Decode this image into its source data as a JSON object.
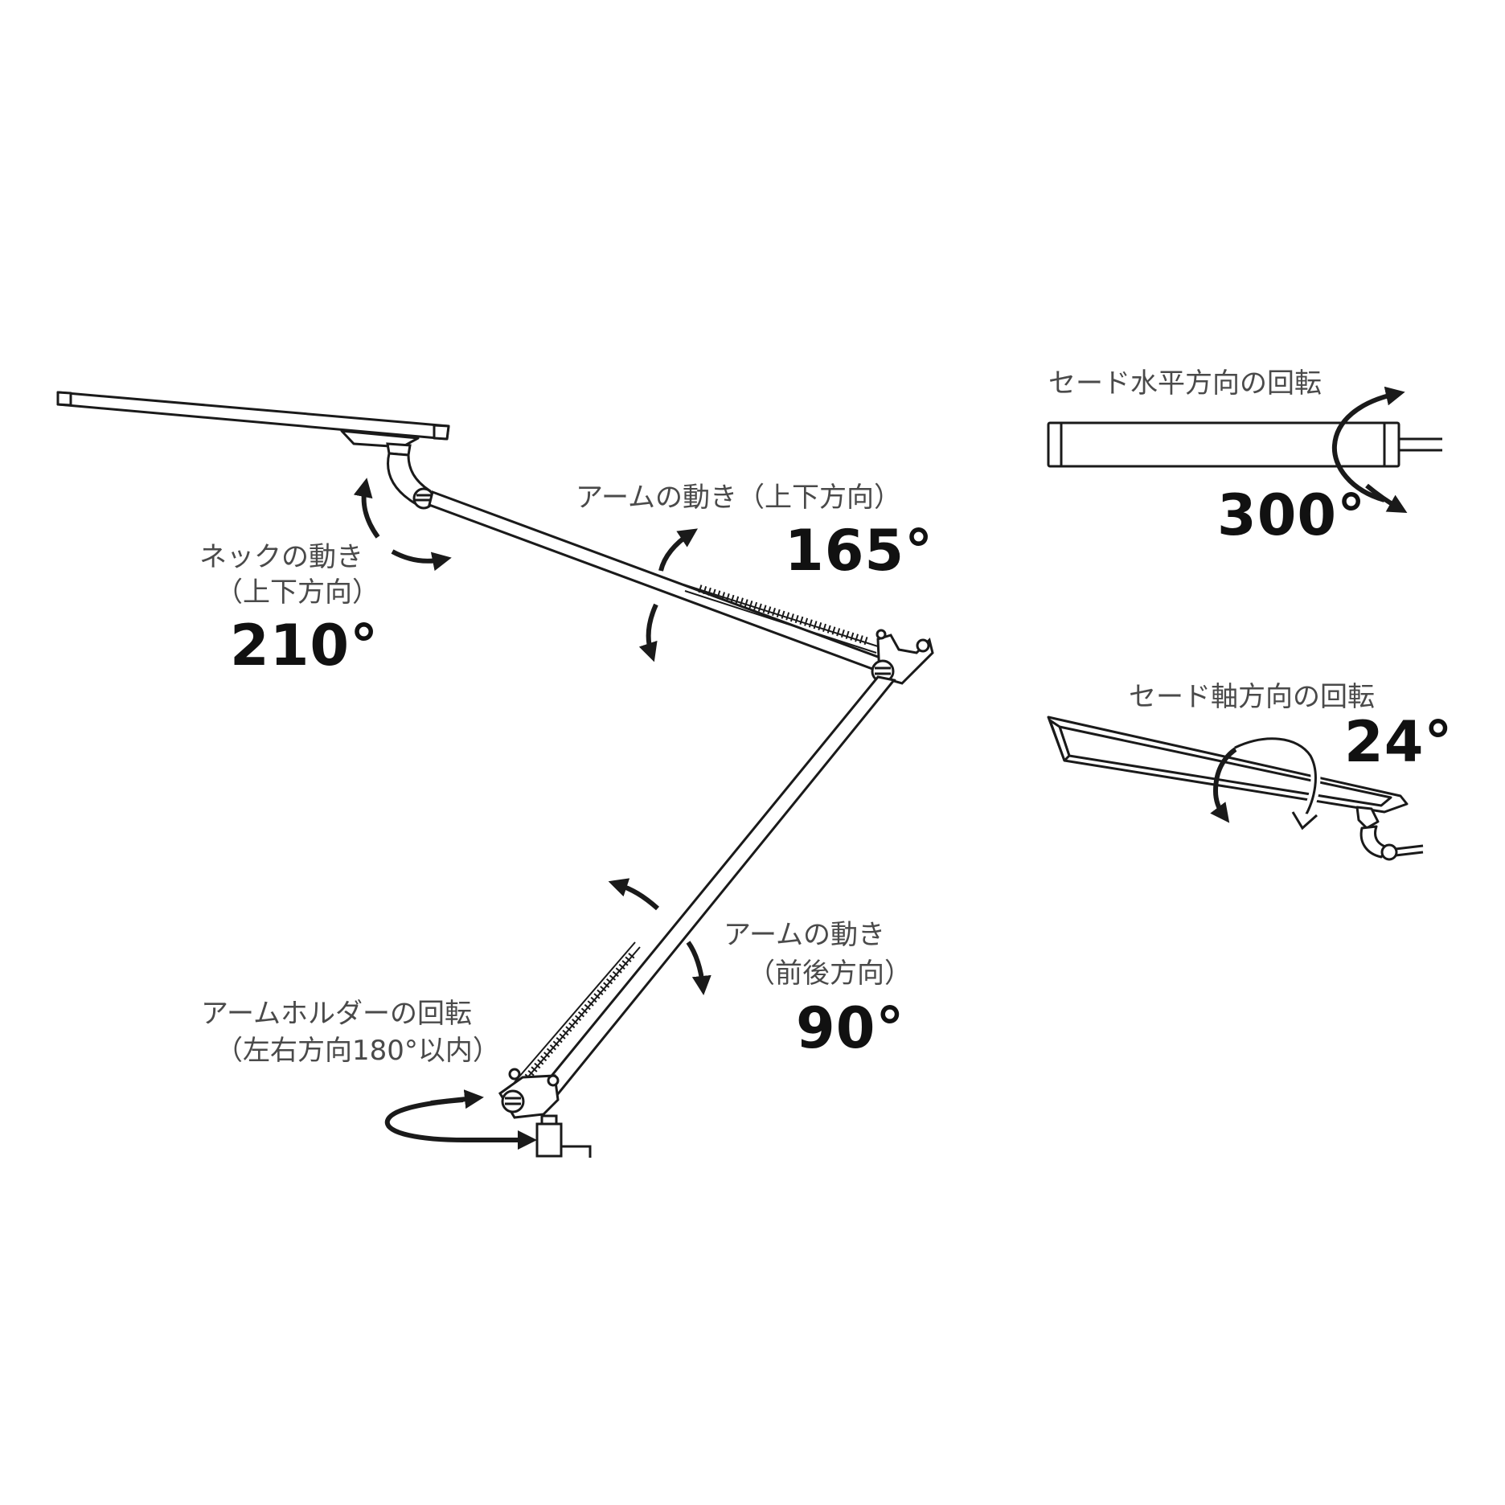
{
  "neck": {
    "title": "ネックの動き",
    "subtitle": "（上下方向）",
    "angle": "210°"
  },
  "arm_vertical": {
    "title": "アームの動き（上下方向）",
    "angle": "165°"
  },
  "arm_front_back": {
    "title": "アームの動き",
    "subtitle": "（前後方向）",
    "angle": "90°"
  },
  "arm_holder": {
    "title": "アームホルダーの回転",
    "subtitle": "（左右方向180°以内）"
  },
  "shade_horizontal": {
    "title": "セード水平方向の回転",
    "angle": "300°"
  },
  "shade_axis": {
    "title": "セード軸方向の回転",
    "angle": "24°"
  },
  "colors": {
    "line": "#1a1a1a",
    "text": "#4a4a4a",
    "angle_text": "#111111"
  }
}
